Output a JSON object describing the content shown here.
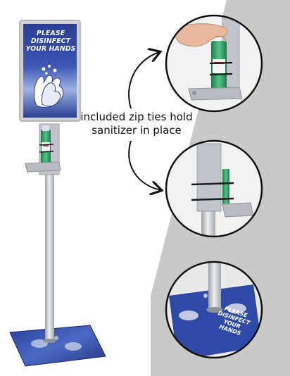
{
  "caption": {
    "line1": "included zip ties hold",
    "line2": "sanitizer in place"
  },
  "sign": {
    "line1": "PLEASE",
    "line2": "DISINFECT",
    "line3": "YOUR HANDS"
  },
  "floor_mat": {
    "line1": "PLEASE",
    "line2": "DISINFECT",
    "line3": "YOUR",
    "line4": "HANDS"
  },
  "colors": {
    "background_wedge": "#c9c9c9",
    "sign_blue": "#2b3f94",
    "sign_light": "#e6ebf7",
    "stand_silver": "#c8ccd1",
    "bottle_green": "#2f9a63",
    "zip_tie": "#1a1a1a",
    "caption_text": "#111111"
  }
}
